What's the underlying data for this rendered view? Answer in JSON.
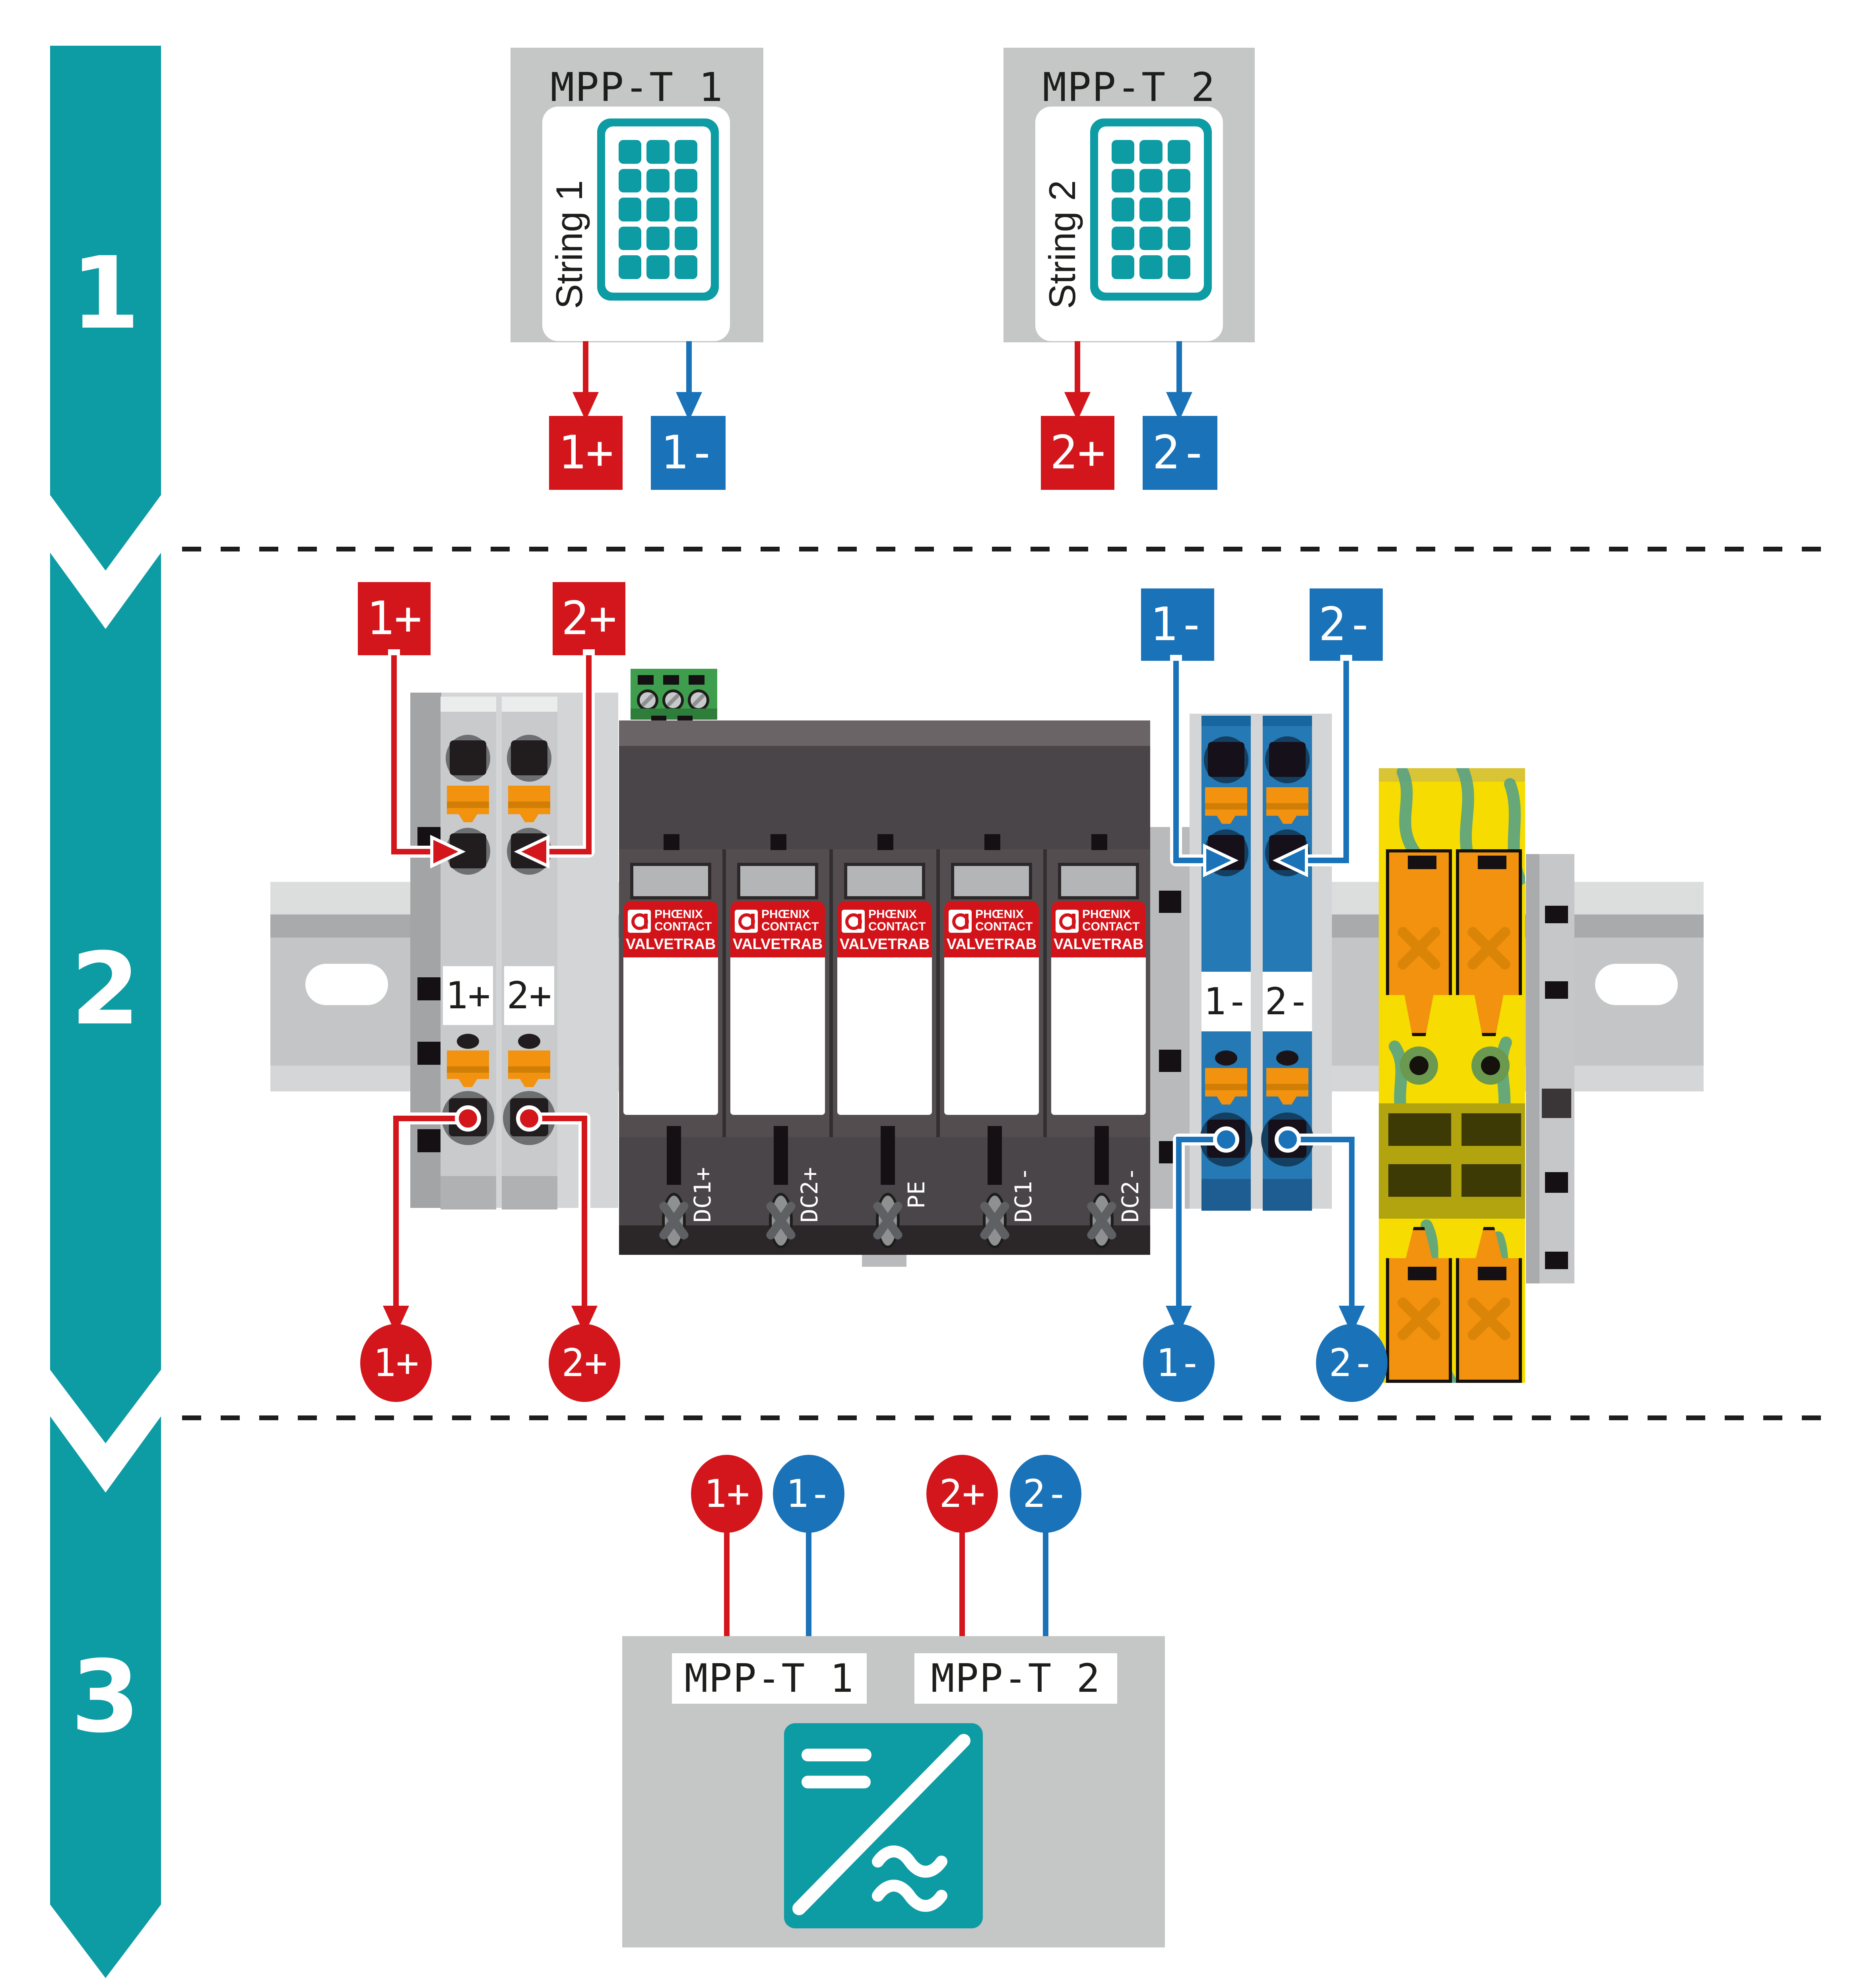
{
  "steps": [
    {
      "number": "1"
    },
    {
      "number": "2"
    },
    {
      "number": "3"
    }
  ],
  "section1": {
    "panels": [
      {
        "title": "MPP-T 1",
        "string_label": "String 1",
        "pos_tag": "1+",
        "neg_tag": "1-"
      },
      {
        "title": "MPP-T 2",
        "string_label": "String 2",
        "pos_tag": "2+",
        "neg_tag": "2-"
      }
    ]
  },
  "section2": {
    "top_tags": {
      "pos1": "1+",
      "pos2": "2+",
      "neg1": "1-",
      "neg2": "2-"
    },
    "terminal_labels": {
      "pos1": "1+",
      "pos2": "2+",
      "neg1": "1-",
      "neg2": "2-"
    },
    "spd": {
      "brand_line1": "PHŒNIX",
      "brand_line2": "CONTACT",
      "product": "VALVETRAB",
      "module_count": "5",
      "screw_labels": [
        "DC1+",
        "DC2+",
        "PE",
        "DC1-",
        "DC2-"
      ]
    },
    "bottom_tags": {
      "pos1": "1+",
      "pos2": "2+",
      "neg1": "1-",
      "neg2": "2-"
    }
  },
  "section3": {
    "tags": [
      "1+",
      "1-",
      "2+",
      "2-"
    ],
    "tracker_labels": [
      "MPP-T 1",
      "MPP-T 2"
    ]
  },
  "colors": {
    "teal": "#0d9ba4",
    "red": "#d2161c",
    "blue": "#1a72b8",
    "dark_text": "#1d1d1b",
    "panel_gray": "#c5c6c6",
    "spd_dark": "#4a4548",
    "orange": "#f2920e",
    "pe_yellow": "#f6dc00",
    "pe_green": "#58a285",
    "rail_gray": "#c3c5c6"
  }
}
